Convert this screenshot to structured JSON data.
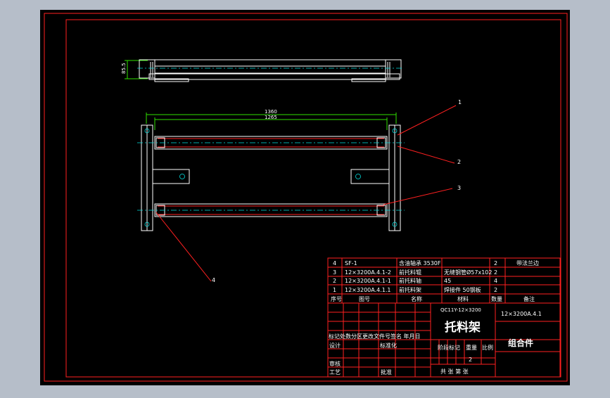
{
  "drawing": {
    "dims": {
      "height_dim": "85.5",
      "overall_length": "1360",
      "inner_length": "1265"
    },
    "balloons": [
      "1",
      "2",
      "3",
      "4"
    ]
  },
  "bom": {
    "rows": [
      {
        "no": "4",
        "code": "SF-1",
        "name": "含油轴承 3530F",
        "material": "",
        "qty": "2",
        "remark": "带法兰边"
      },
      {
        "no": "3",
        "code": "12×3200A.4.1-2",
        "name": "前托料辊",
        "material": "无缝钢管Ø57x102",
        "qty": "2",
        "remark": ""
      },
      {
        "no": "2",
        "code": "12×3200A.4.1-1",
        "name": "前托料轴",
        "material": "45",
        "qty": "4",
        "remark": ""
      },
      {
        "no": "1",
        "code": "12×3200A.4.1.1",
        "name": "前托料架",
        "material": "焊接件 50钢板",
        "qty": "2",
        "remark": ""
      }
    ],
    "header": {
      "no": "序号",
      "code": "图号",
      "name": "名称",
      "material": "材料",
      "qty": "数量",
      "remark": "备注"
    }
  },
  "title_block": {
    "model": "QC11Y-12×3200",
    "title": "托料架",
    "drawing_no": "12×3200A.4.1",
    "part_type": "组合件",
    "revision_row": "标记处数分区更改文件号签名 年月日",
    "design": "设计",
    "standardize": "标准化",
    "stage_mark": "阶段标记",
    "weight": "重量",
    "scale": "比例",
    "check": "审核",
    "process": "工艺",
    "approve": "批准",
    "qty_value": "2",
    "sheets": "共  张  第  张"
  }
}
